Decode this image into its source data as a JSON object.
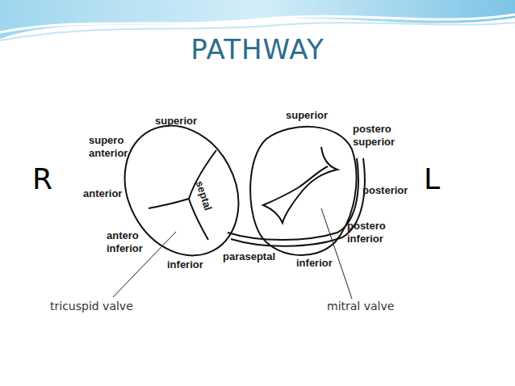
{
  "diagram": {
    "title": "PATHWAY",
    "labels": [
      "R",
      "superior",
      "superior",
      "supero anterior",
      "postero superior",
      "L",
      "septal",
      "anterior",
      "posterior",
      "postero inferior",
      "antero inferior",
      "paraseptal",
      "inferior",
      "inferior",
      "tricuspid valve",
      "mitral valve"
    ]
  }
}
